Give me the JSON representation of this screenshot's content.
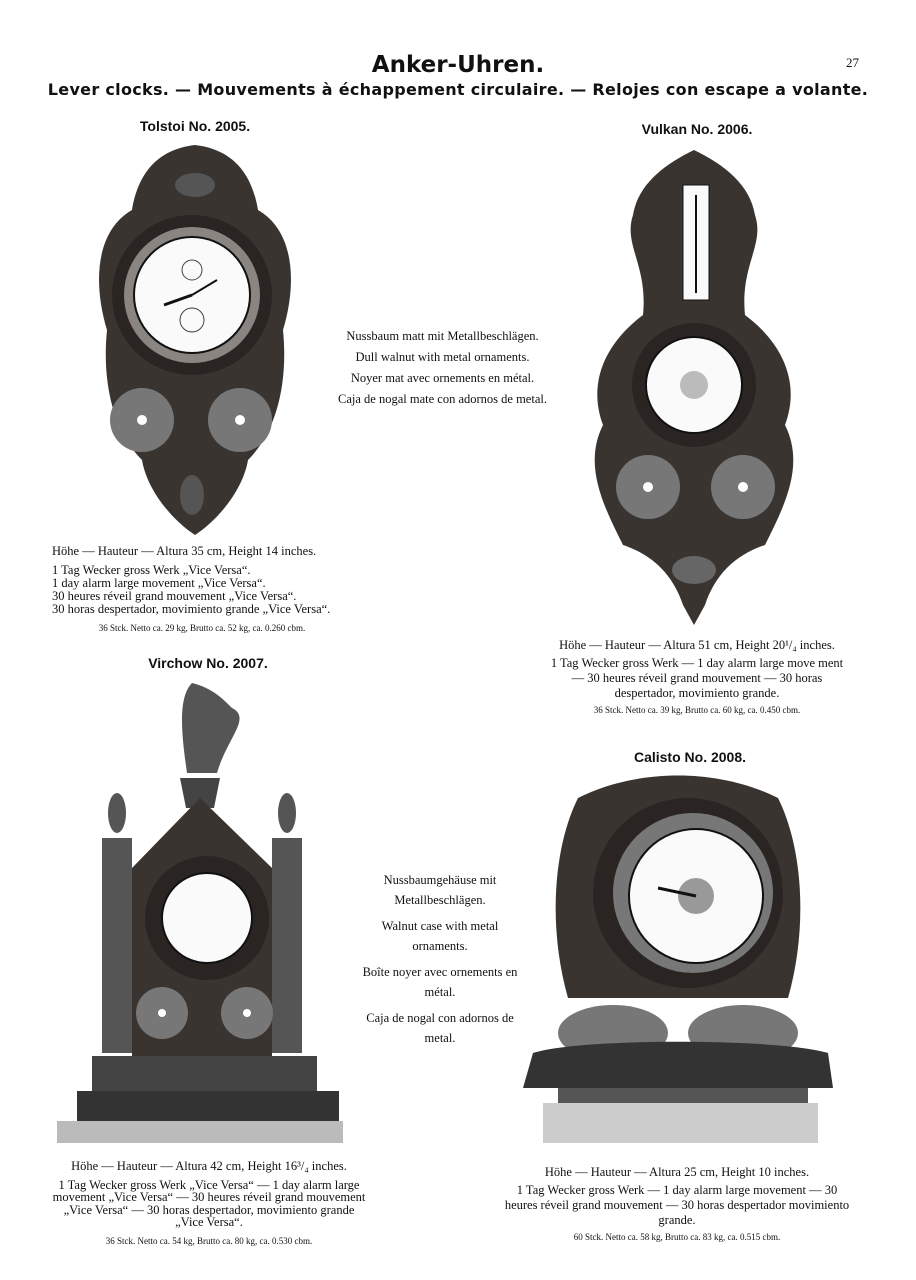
{
  "page": {
    "title": "Anker-Uhren.",
    "page_number": "27",
    "subtitle": "Lever clocks. — Mouvements à échappement circulaire. — Relojes con escape a volante."
  },
  "notes": {
    "first": [
      "Nussbaum matt mit Metallbeschlägen.",
      "Dull walnut with metal ornaments.",
      "Noyer mat avec ornements en métal.",
      "Caja de nogal mate con adornos de metal."
    ],
    "second": [
      "Nussbaumgehäuse mit Metallbeschlägen.",
      "Walnut case with metal ornaments.",
      "Boîte noyer avec ornements en métal.",
      "Caja de nogal con adornos de metal."
    ]
  },
  "products": [
    {
      "name": "Tolstoi No. 2005.",
      "height": "Höhe — Hauteur — Altura 35 cm, Height 14 inches.",
      "movement": [
        "1 Tag Wecker gross Werk „Vice Versa“.",
        "1 day alarm large movement „Vice Versa“.",
        "30 heures réveil grand mouvement „Vice Versa“.",
        "30 horas despertador, movimiento grande „Vice Versa“."
      ],
      "packing": "36 Stck. Netto ca. 29 kg, Brutto ca. 52 kg, ca. 0.260 cbm."
    },
    {
      "name": "Vulkan No. 2006.",
      "height": "Höhe — Hauteur — Altura 51 cm, Height 20¹/₄ inches.",
      "movement": "1 Tag Wecker gross Werk — 1 day alarm large move ment — 30 heures réveil grand mouvement — 30 horas despertador, movimiento grande.",
      "packing": "36 Stck. Netto ca. 39 kg, Brutto ca. 60 kg, ca. 0.450 cbm."
    },
    {
      "name": "Virchow No. 2007.",
      "height": "Höhe — Hauteur — Altura 42 cm, Height 16³/₄ inches.",
      "movement": "1 Tag Wecker gross Werk „Vice Versa“ — 1 day alarm large movement „Vice Versa“ — 30 heures réveil grand mouvement „Vice Versa“ — 30 horas despertador, movimiento grande „Vice Versa“.",
      "packing": "36 Stck. Netto ca. 54 kg, Brutto ca. 80 kg, ca. 0.530 cbm."
    },
    {
      "name": "Calisto No. 2008.",
      "height": "Höhe — Hauteur — Altura 25 cm, Height 10 inches.",
      "movement": "1 Tag Wecker gross Werk — 1 day alarm large movement — 30 heures réveil grand mouvement — 30 horas despertador movimiento grande.",
      "packing": "60 Stck. Netto ca. 58 kg, Brutto ca. 83 kg, ca. 0.515 cbm."
    }
  ]
}
